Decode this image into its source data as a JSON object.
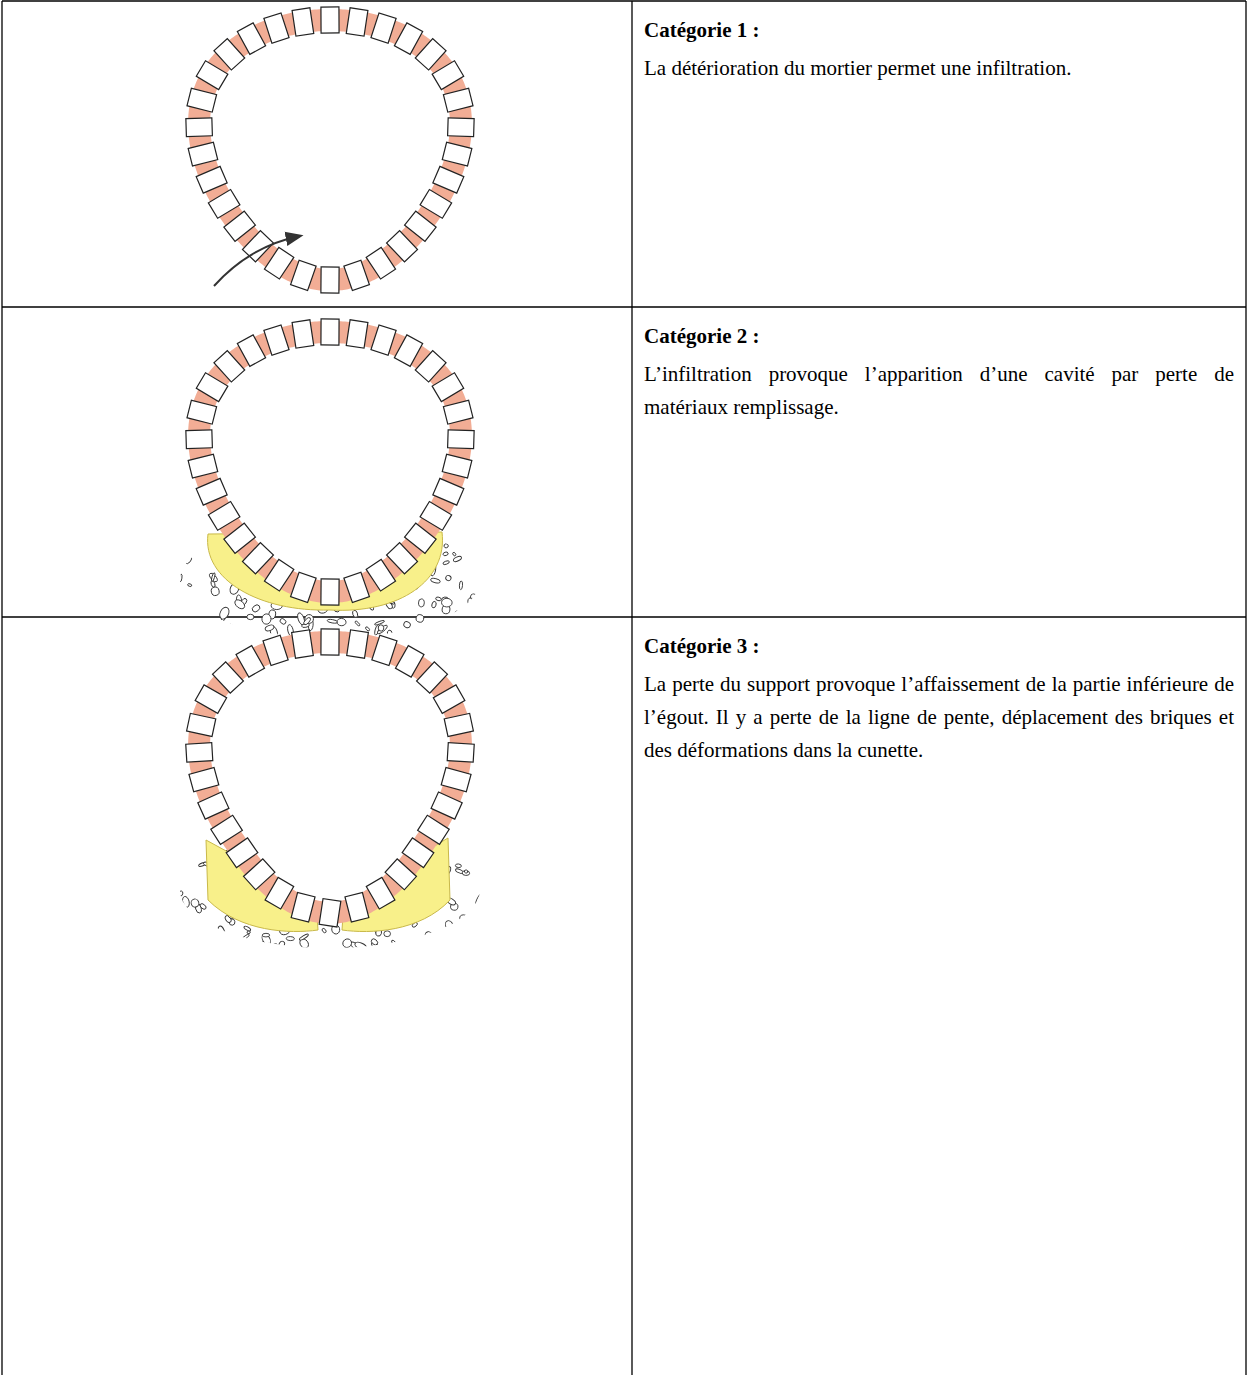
{
  "diagram": {
    "nodes": [
      {
        "text": [
          "Catégorie 1 :",
          "La détérioration du mortier permet une infiltration."
        ]
      },
      {
        "text": [
          "Catégorie 2 :",
          "L’infiltration provoque l’apparition d’une cavité par perte de matériaux remplissage."
        ]
      },
      {
        "text": [
          "Catégorie 3 :",
          "La perte du support provoque l’affaissement de la partie inférieure de l’égout. Il y a perte de la ligne de pente, déplacement des briques et des déformations dans la cunette."
        ]
      }
    ]
  }
}
